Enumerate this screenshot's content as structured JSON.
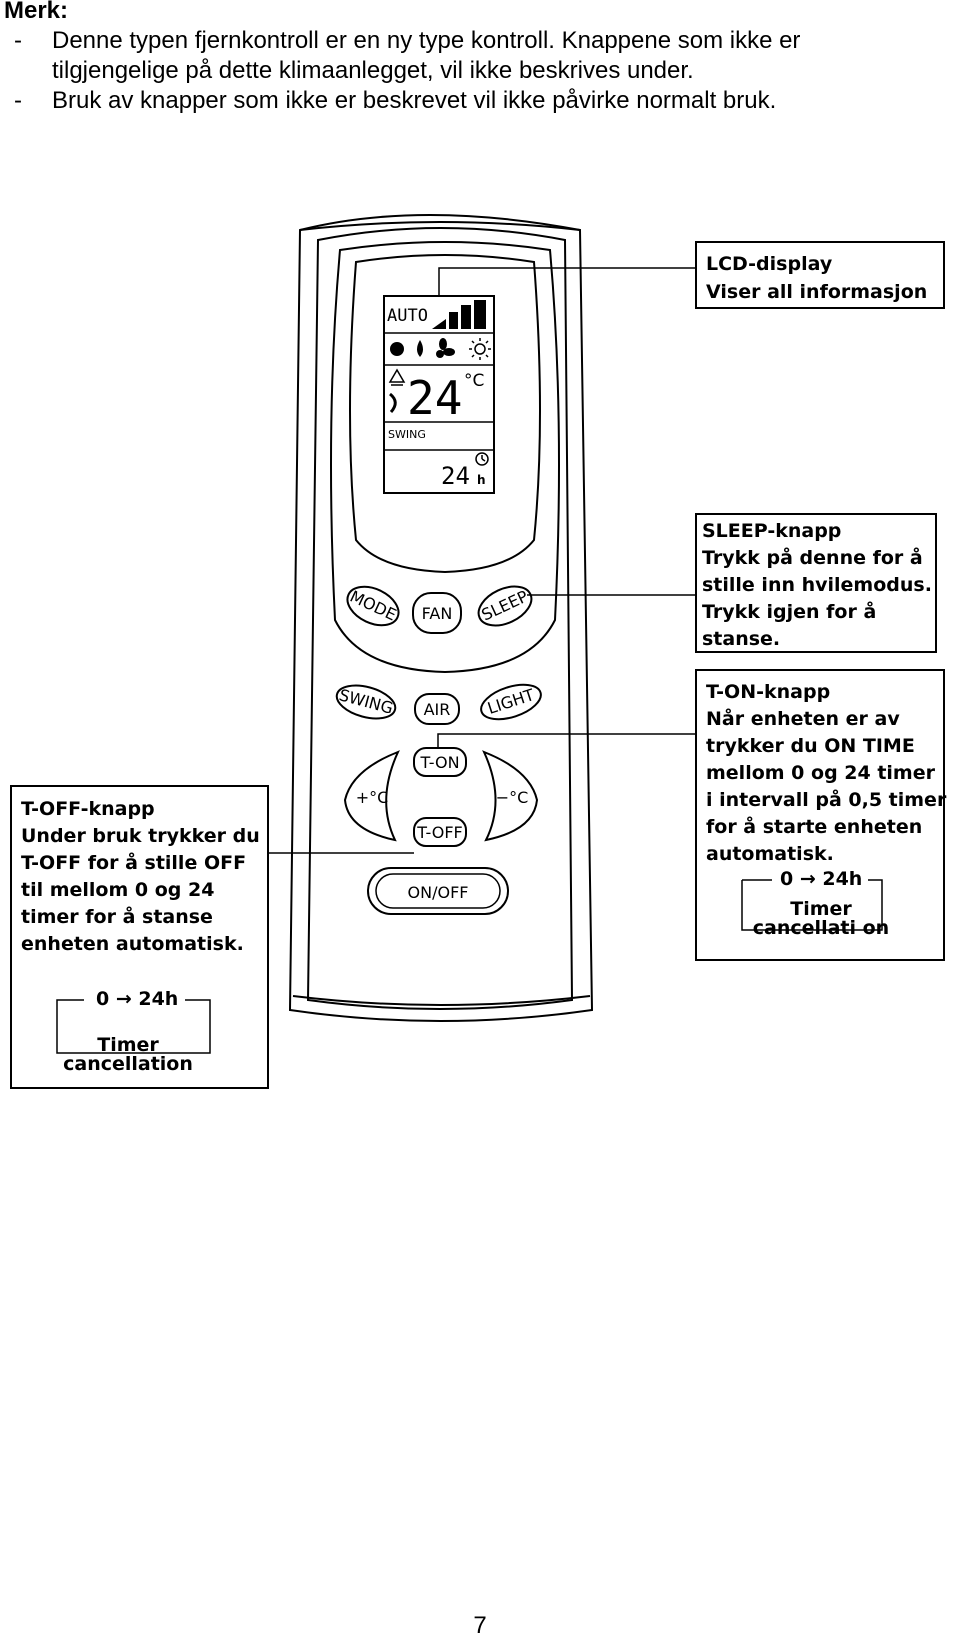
{
  "note": {
    "heading": "Merk:",
    "dash": "-",
    "item1_line1": "Denne typen fjernkontroll er en ny type kontroll. Knappene som ikke er",
    "item1_line2": "tilgjengelige på dette klimaanlegget, vil ikke beskrives under.",
    "item2": "Bruk av knapper som ikke er beskrevet vil ikke påvirke normalt bruk."
  },
  "lcd": {
    "mode": "AUTO",
    "temperature": "24",
    "temp_unit": "°C",
    "swing": "SWING",
    "timer_value": "24",
    "timer_unit": "h"
  },
  "buttons": {
    "mode": "MODE",
    "fan": "FAN",
    "sleep": "SLEEP",
    "swing": "SWING",
    "air": "AIR",
    "light": "LIGHT",
    "t_on": "T-ON",
    "t_off": "T-OFF",
    "temp_up": "+°C",
    "temp_down": "−°C",
    "on_off": "ON/OFF"
  },
  "callouts": {
    "lcd": [
      "LCD-display",
      "Viser all informasjon"
    ],
    "sleep": [
      "SLEEP-knapp",
      "Trykk på denne for å",
      "stille inn hvilemodus.",
      "Trykk igjen for å",
      "stanse."
    ],
    "t_on": [
      "T-ON-knapp",
      "Når enheten er av",
      "trykker du ON TIME",
      "mellom 0 og 24 timer",
      "i intervall på 0,5 timer",
      "for å starte enheten",
      "automatisk."
    ],
    "t_off": [
      "T-OFF-knapp",
      "Under bruk trykker du",
      "T-OFF for å stille OFF",
      "til mellom 0 og 24",
      "timer for å stanse",
      "enheten automatisk."
    ]
  },
  "timer_diagram": {
    "range": "0 → 24h",
    "label_line1": "Timer",
    "label_line2_left": "cancellation",
    "label_line2_right": "cancellati on"
  },
  "page_number": "7"
}
